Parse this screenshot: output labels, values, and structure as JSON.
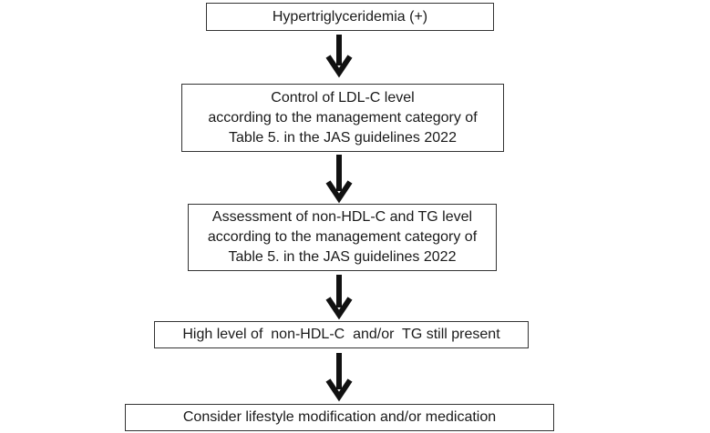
{
  "flowchart": {
    "steps": [
      {
        "lines": [
          "Hypertriglyceridemia (+)"
        ]
      },
      {
        "lines": [
          "Control of LDL-C level",
          "according to the management category of",
          "Table 5. in the JAS guidelines 2022"
        ]
      },
      {
        "lines": [
          "Assessment of non-HDL-C and TG level",
          "according to the management category of",
          "Table 5. in the JAS guidelines 2022"
        ]
      },
      {
        "lines": [
          "High level of  non-HDL-C  and/or  TG still present"
        ]
      },
      {
        "lines": [
          "Consider lifestyle modification and/or medication"
        ]
      }
    ]
  },
  "colors": {
    "border": "#333333",
    "arrow": "#111111",
    "text": "#1a1a1a",
    "background": "#ffffff"
  }
}
